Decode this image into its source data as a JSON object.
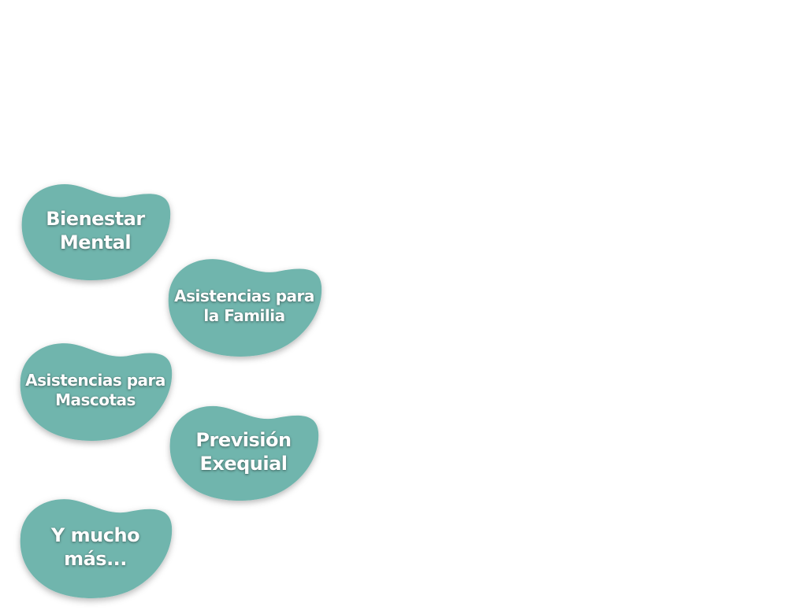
{
  "colors": {
    "blob_fill": "#6fb5ad",
    "label_text": "#ffffff",
    "background": "#ffffff"
  },
  "items": [
    {
      "line1": "Bienestar",
      "line2": "Mental"
    },
    {
      "line1": "Asistencias para",
      "line2": "la Familia"
    },
    {
      "line1": "Asistencias para",
      "line2": "Mascotas"
    },
    {
      "line1": "Previsión",
      "line2": "Exequial"
    },
    {
      "line1": "Y mucho",
      "line2": "más..."
    }
  ]
}
